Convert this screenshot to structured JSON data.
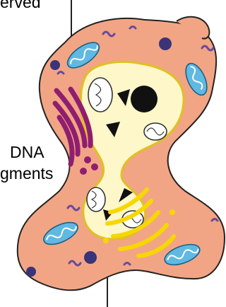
{
  "labels": {
    "top": "erved",
    "dna_line1": "DNA",
    "dna_line2": "gments"
  },
  "colors": {
    "cytoplasm": "#f2a585",
    "cell_outline": "#222222",
    "nucleus": "#fdf7c9",
    "nucleus_outline": "#e0c020",
    "er": "#8f1e6f",
    "golgi": "#f7d700",
    "mitochondria": "#5fb9e2",
    "dna_fragment": "#6a4a9a",
    "vesicle": "#3a3478"
  }
}
